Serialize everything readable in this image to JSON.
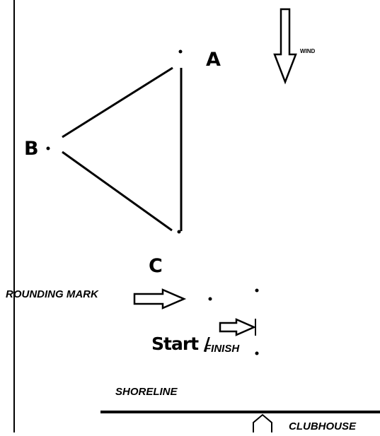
{
  "diagram": {
    "marks": {
      "a": "A",
      "b": "B",
      "c": "C"
    },
    "wind_label": "WIND",
    "rounding_mark_label": "ROUNDING MARK",
    "start_label": "Start /",
    "finish_label": "FINISH",
    "shoreline_label": "SHORELINE",
    "clubhouse_label": "CLUBHOUSE",
    "icons": [
      "wind-arrow-icon",
      "pointer-arrow-icon",
      "clubhouse-icon"
    ],
    "colors": {
      "ink": "#000000",
      "background": "#ffffff"
    }
  }
}
